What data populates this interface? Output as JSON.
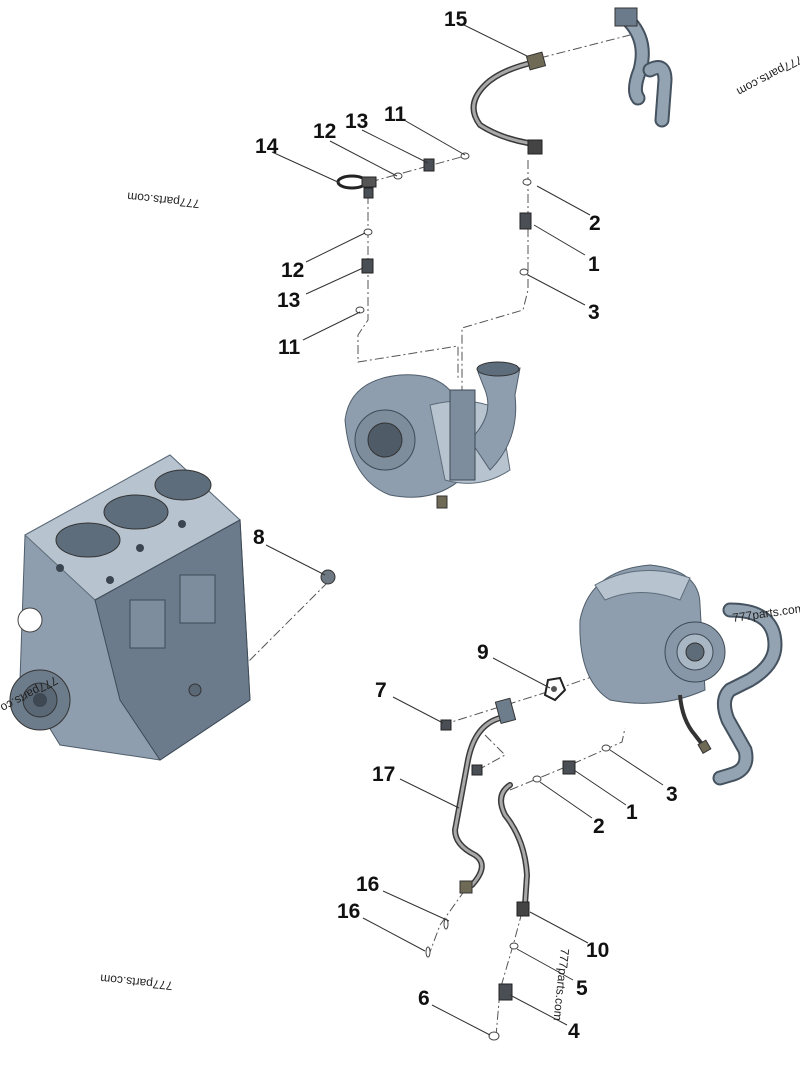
{
  "callouts": {
    "c1a": "1",
    "c1b": "1",
    "c2a": "2",
    "c2b": "2",
    "c3a": "3",
    "c3b": "3",
    "c4": "4",
    "c5": "5",
    "c6": "6",
    "c7": "7",
    "c8": "8",
    "c9": "9",
    "c10": "10",
    "c11a": "11",
    "c11b": "11",
    "c12a": "12",
    "c12b": "12",
    "c13a": "13",
    "c13b": "13",
    "c14": "14",
    "c15": "15",
    "c16a": "16",
    "c16b": "16",
    "c17": "17"
  },
  "watermarks": {
    "w1": "777parts.com",
    "w2": "777parts.com",
    "w3": "777parts.com",
    "w4": "777parts.com",
    "w5": "777parts.com",
    "w6": "777parts.co"
  },
  "colors": {
    "metal": "#8f9eae",
    "callout_text": "#111111",
    "background": "#ffffff"
  }
}
